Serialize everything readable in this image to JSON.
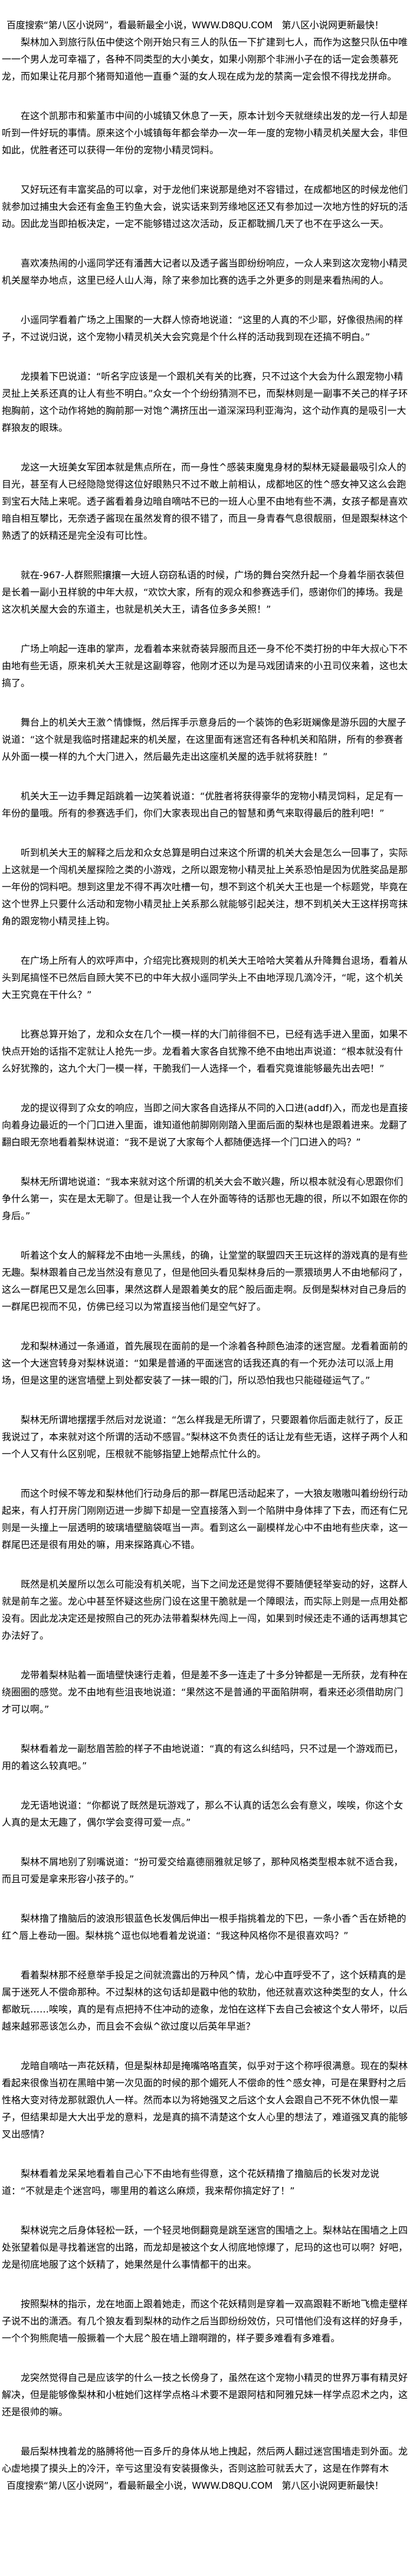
{
  "banner": "百度搜索“第八区小说网”，看最新最全小说，WWW.D8QU.COM　第八区小说网更新最快！",
  "paragraphs": [
    "梨林加入到旅行队伍中使这个刚开始只有三人的队伍一下扩建到七人，而作为这整只队伍中唯一一个男人龙可幸福了，各种不同类型的大小美女，如果小刚那个非洲小子在的话一定会羡慕死龙，而如果让花月那个猪哥知道他一直垂^涎的女人现在成为龙的禁脔一定会恨不得找龙拼命。",
    "在这个凯那市和紫堇市中间的小城镇又休息了一天，原本计划今天就继续出发的龙一行人却是听到一件好玩的事情。原来这个小城镇每年都会举办一次一年一度的宠物小精灵机关屋大会，非但如此，优胜者还可以获得一年份的宠物小精灵饲料。",
    "又好玩还有丰富奖品的可以拿，对于龙他们来说那是绝对不容错过，在成都地区的时候龙他们就参加过捕虫大会还有金鱼王钓鱼大会，说实话来到芳缘地区还又有参加过一次地方性的好玩的活动。因此龙当即拍板决定，一定不能够错过这次活动，反正都耽搁几天了也不在乎这么一天。",
    "喜欢凑热闹的小遥同学还有潘茜大记者以及透子酱当即纷纷响应，一众人来到这次宠物小精灵机关屋举办地点，这里已经人山人海，除了来参加比赛的选手之外更多的则是来看热闹的人。",
    "小遥同学看着广场之上围聚的一大群人惊奇地说道：“这里的人真的不少耶，好像很热闹的样子，不过说归说，这个宠物小精灵机关大会究竟是个什么样的活动我到现在还搞不明白。”",
    "龙摸着下巴说道：“听名字应该是一个跟机关有关的比赛，只不过这个大会为什么跟宠物小精灵扯上关系还真的让人有些不明白。”众女一个个纷纷猜测不已，而梨林则是一副事不关己的样子环抱胸前，这个动作将她的胸前那一对饱^满挤压出一道深深玛利亚海沟，这个动作真的是吸引一大群狼友的眼珠。",
    "龙这一大班美女军团本就是焦点所在，而一身性^感装束魔鬼身材的梨林无疑最最吸引众人的目光，甚至有人已经隐隐觉得这位好眼熟只不过不敢上前相认，成都地区的性^感女神又这么会跑到宝石大陆上来呢。透子酱看着身边暗自嘀咕不已的一班人心里不由地有些不满，女孩子都是喜欢暗自相互攀比，无奈透子酱现在虽然发育的很不错了，而且一身青春气息很靓丽，但是跟梨林这个熟透了的妖精还是完全没有可比性。",
    "就在-967-人群熙熙攘攘一大班人窃窃私语的时候，广场的舞台突然升起一个身着华丽衣装但是长着一副小丑样貌的中年大叔，“欢饮大家，所有的观众和参赛选手们，感谢你们的捧场。我是这次机关屋大会的东道主，也就是机关大王，请各位多多关照！”",
    "广场上响起一连串的掌声，龙看着本来就奇装异服而且还一身不伦不类打扮的中年大叔心下不由地有些无语，原来机关大王就是这副尊容，他刚才还以为是马戏团请来的小丑司仪来着，这也太搞了。",
    "舞台上的机关大王激^情慷慨，然后挥手示意身后的一个装饰的色彩斑斓像是游乐园的大屋子说道：“这个就是我临时搭建起来的机关屋，在这里面有迷宫还有各种机关和陷阱，所有的参赛者从外面一模一样的九个大门进入，然后最先走出这座机关屋的选手就将获胜！”",
    "机关大王一边手舞足蹈跳着一边笑着说道：“优胜者将获得豪华的宠物小精灵饲料，足足有一年份的量哦。所有的参赛选手们，你们大家表现出自己的智慧和勇气来取得最后的胜利吧！”",
    "听到机关大王的解释之后龙和众女总算是明白过来这个所谓的机关大会是怎么一回事了，实际上这就是一个闯机关屋探险之类的小游戏，之所以跟宠物小精灵扯上关系恐怕是因为优胜奖品是那一年份的饲料吧。想到这里龙不得不再次吐槽一句，想不到这个机关大王也是一个标题党，毕竟在这个世界上只要什么活动和宠物小精灵扯上关系那么就能够引起关注，想不到机关大王这样拐弯抹角的跟宠物小精灵挂上钩。",
    "在广场上所有人的欢呼声中，介绍完比赛规则的机关大王哈哈大笑着从升降舞台退场，看着从头到尾搞怪不已然后自顾大笑不已的中年大叔小遥同学头上不由地浮现几滴冷汗，“呢，这个机关大王究竟在干什么？”",
    "比赛总算开始了，龙和众女在几个一模一样的大门前徘徊不已，已经有选手进入里面，如果不快点开始的话指不定就让人抢先一步。龙看着大家各自犹豫不绝不由地出声说道：“根本就没有什么好犹豫的，这九个大门一模一样，干脆我们一人选择一个，看看究竟谁能够最先出去吧！”",
    "龙的提议得到了众女的响应，当即之间大家各自选择从不同的入口进(addf)入，而龙也是直接向着身边最近的一个门口进入里面，谁知道他前脚刚刚踏入里面后面的梨林也是跟着进来。龙翻了翻白眼无奈地看着梨林说道：“我不是说了大家每个人都随便选择一个门口进入的吗？”",
    "梨林无所谓地说道：“我本来就对这个所谓的机关大会不敢兴趣，所以根本就没有心思跟你们争什么第一，实在是太无聊了。但是让我一个人在外面等待的话那也无趣的很，所以不如跟在你的身后。”",
    "听着这个女人的解释龙不由地一头黑线，的确，让堂堂的联盟四天王玩这样的游戏真的是有些无趣。梨林跟着自己龙当然没有意见了，但是他回头看见梨林身后的一票猥琐男人不由地郁闷了，这么一群尾巴又是怎么回事，果然这群人是跟着美女的屁^股后面走啊。反倒是梨林对自己身后的一群尾巴视而不见，仿佛已经习以为常直接当他们是空气好了。",
    "龙和梨林通过一条通道，首先展现在面前的是一个涂着各种颜色油漆的迷宫屋。龙看着面前的这一个大迷宫转身对梨林说道：“如果是普通的平面迷宫的话我还真的有一个死办法可以派上用场，但是这里的迷宫墙壁上到处都安装了一抹一眼的门，所以恐怕我也只能碰碰运气了。”",
    "梨林无所谓地摆摆手然后对龙说道：“怎么样我是无所谓了，只要跟着你后面走就行了，反正我说过了，本来就对这个所谓的活动不感冒。”梨林这不负责任的话让龙有些无语，这样子两个人和一个人又有什么区别呢，压根就不能够指望上她帮点忙什么的。",
    "而这个时候不等龙和梨林他们行动身后的那一群尾巴活动起来了，一大狼友嗷嗷叫着纷纷行动起来，有人打开房门刚刚迈进一步脚下却是一空直接落入到一个陷阱中身体摔了下去，而还有仁兄则是一头撞上一层透明的玻璃墙壁脑袋哐当一声。看到这么一副模样龙心中不由地有些庆幸，这一群尾巴还是很有用处的嘛，用来探路真心不错。",
    "既然是机关屋所以怎么可能没有机关呢，当下之间龙还是觉得不要随便轻举妄动的好，这群人就是前车之鉴。龙心中甚至怀疑这些房门设在这里干脆就是一个障眼法，而实际上则是一点用处都没有。因此龙决定还是按照自己的死办法带着梨林先闯上一闯，如果到时候还走不通的话再想其它办法好了。",
    "龙带着梨林贴着一面墙壁快速行走着，但是差不多一连走了十多分钟都是一无所获，龙有种在绕圈圈的感觉。龙不由地有些沮丧地说道：“果然这不是普通的平面陷阱啊，看来还必须借助房门才可以啊。”",
    "梨林看着龙一副愁眉苦脸的样子不由地说道：“真的有这么纠结吗，只不过是一个游戏而已，用的着这么较真吧。”",
    "龙无语地说道：“你都说了既然是玩游戏了，那么不认真的话怎么会有意义，唉唉，你这个女人真的是太无趣了，偶尔学会变得可爱一点。”",
    "梨林不屑地别了别嘴说道：“扮可爱交给嘉德丽雅就足够了，那种风格类型根本就不适合我，而且可爱是拿来形容小孩子的。”",
    "梨林撸了撸脑后的波浪形银蓝色长发偶后伸出一根手指挑着龙的下巴，一条小香^舌在娇艳的红^唇上卷动一圈。梨林挑^逗也似地看着龙说道：“我这种风格你不是很喜欢吗？”",
    "看着梨林那不经意举手投足之间就流露出的万种风^情，龙心中直呼受不了，这个妖精真的是属于迷死人不偿命那种。不过梨林的这句话却是戳中他的软肋，他还就喜欢这种类型的女人，什么都敢玩……唉唉，真的是有点把持不住冲动的迹象，龙怕在这样下去自己会被这个女人带坏，以后越来越邪恶该怎么办，而且会不会纵^欲过度以后英年早逝？",
    "龙暗自嘀咕一声花妖精，但是梨林却是掩嘴咯咯直笑，似乎对于这个称呼很满意。现在的梨林看起来很像当初在黑暗中第一次见面的时候的那个媚死人不偿命的性^感女神，可是在果野村之后性格大变对待龙那就跟仇人一样。然而本以为将她强叉之后这个女人会跟自己不死不休仇恨一辈子，但结果却是大大出乎龙的意料，龙是真的搞不清楚这个女人心里的想法了，难道强叉真的能够叉出感情？",
    "梨林看着龙呆呆地看着自己心下不由地有些得意，这个花妖精撸了撸脑后的长发对龙说道：“不就是走个迷宫吗，哪里用的着这么麻烦，我来帮你搞定好了！”",
    "梨林说完之后身体轻松一跃，一个轻灵地倒翻竟是跳至迷宫的围墙之上。梨林站在围墙之上四处张望着似是寻找着迷宫的出路，而龙却是被这个女人彻底地惊爆了，尼玛的这也可以啊？好吧，龙是彻底地服了这个妖精了，她果然是什么事情都干的出来。",
    "按照梨林的指示，龙在地面上跟着她走，而这个花妖精则是穿着一双高跟鞋不断地飞檐走壁样子说不出的潇洒。有几个狼友看到梨林的动作之后当即纷纷效仿，只可惜他们没有这样的好身手，一个个狗熊爬墙一般撅着一个大屁^股在墙上蹭啊蹭的，样子要多难看有多难看。",
    "龙突然觉得自己是应该学的什么一技之长傍身了，虽然在这个宠物小精灵的世界万事有精灵好解决，但是能够像梨林和小桩她们这样学点格斗术要不是跟阿桔和阿雅兄妹一样学点忍术之内，这还是很帅的嘛。",
    "最后梨林拽着龙的胳膊将他一百多斤的身体从地上拽起，然后两人翻过迷宫围墙走到外面。龙心虚地摸了摸头上的冷汗，辛亏这里没有安装摄像头，否则这脸可就丢大了，这是在作弊有木"
  ]
}
